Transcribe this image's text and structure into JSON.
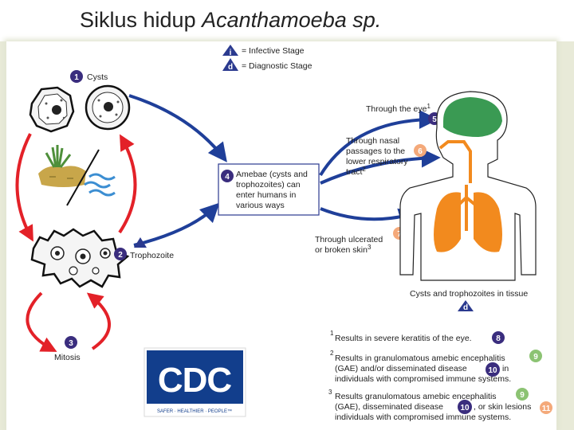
{
  "title": {
    "prefix": "Siklus hidup ",
    "species": "Acanthamoeba sp."
  },
  "legend": {
    "infective_letter": "i",
    "infective": "= Infective Stage",
    "diagnostic_letter": "d",
    "diagnostic": "= Diagnostic Stage"
  },
  "stages": {
    "s1": {
      "num": "1",
      "label": "Cysts"
    },
    "s2": {
      "num": "2",
      "label": "Trophozoite"
    },
    "s3": {
      "num": "3",
      "label": "Mitosis"
    },
    "s4": {
      "num": "4",
      "lines": [
        "Amebae (cysts and",
        "trophozoites) can",
        "enter humans in",
        "various ways"
      ]
    }
  },
  "routes": {
    "eye": {
      "text": "Through the eye",
      "sup": "1",
      "num": "5"
    },
    "nasal": {
      "lines": [
        "Through nasal",
        "passages to the",
        "lower respiratory",
        "tract"
      ],
      "sup": "2",
      "num": "6"
    },
    "skin": {
      "lines": [
        "Through ulcerated",
        "or broken skin"
      ],
      "sup": "3",
      "num": "7"
    }
  },
  "tissue": {
    "text": "Cysts and trophozoites in tissue",
    "letter": "d"
  },
  "notes": {
    "n1": {
      "sup": "1",
      "text": "Results in severe keratitis of the eye.",
      "b1": "8"
    },
    "n2": {
      "sup": "2",
      "line1": "Results in granulomatous amebic encephalitis",
      "line2": "(GAE) and/or disseminated disease",
      "line2b": "in",
      "line3": "individuals with compromised immune systems.",
      "b1": "9",
      "b2": "10"
    },
    "n3": {
      "sup": "3",
      "line1": "Results granulomatous amebic encephalitis",
      "line2": "(GAE), disseminated disease",
      "line2b": ", or skin lesions",
      "line3": "individuals with compromised immune systems.",
      "b1": "9",
      "b2": "10",
      "b3": "11"
    }
  },
  "logo": {
    "text": "CDC",
    "tagline": "SAFER · HEALTHIER · PEOPLE™"
  },
  "colors": {
    "stage_badge": "#3a2d7e",
    "arrow_red": "#e32128",
    "arrow_blue": "#1f3f99",
    "route_badge": "#f4a97a",
    "note_badge_9": "#8cc373",
    "lungs": "#f28a1e",
    "brain": "#3a9a53",
    "cdc_blue": "#123e8c"
  }
}
